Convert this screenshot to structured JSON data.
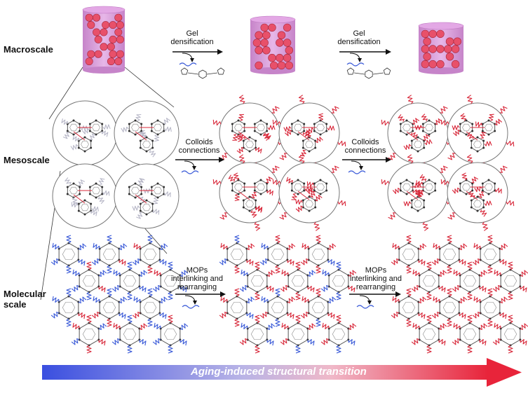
{
  "rows": {
    "macro": "Macroscale",
    "meso": "Mesoscale",
    "molecular_line1": "Molecular",
    "molecular_line2": "scale"
  },
  "steps": {
    "macro_1": [
      "Gel",
      "densification"
    ],
    "macro_2": [
      "Gel",
      "densification"
    ],
    "meso_1": [
      "Colloids",
      "connections"
    ],
    "meso_2": [
      "Colloids",
      "connections"
    ],
    "mol_1": [
      "MOPs",
      "interlinking and",
      "rearranging"
    ],
    "mol_2": [
      "MOPs",
      "interlinking and",
      "rearranging"
    ]
  },
  "bottom_arrow": {
    "label": "Aging-induced structural transition",
    "color_start": "#3a4fe0",
    "color_end": "#e8243a"
  },
  "colors": {
    "cylinder": "#d79ad9",
    "bead": "#e8506a",
    "linker_red": "#d8283a",
    "linker_blue": "#3a5ad8",
    "hexagon": "#555555"
  }
}
